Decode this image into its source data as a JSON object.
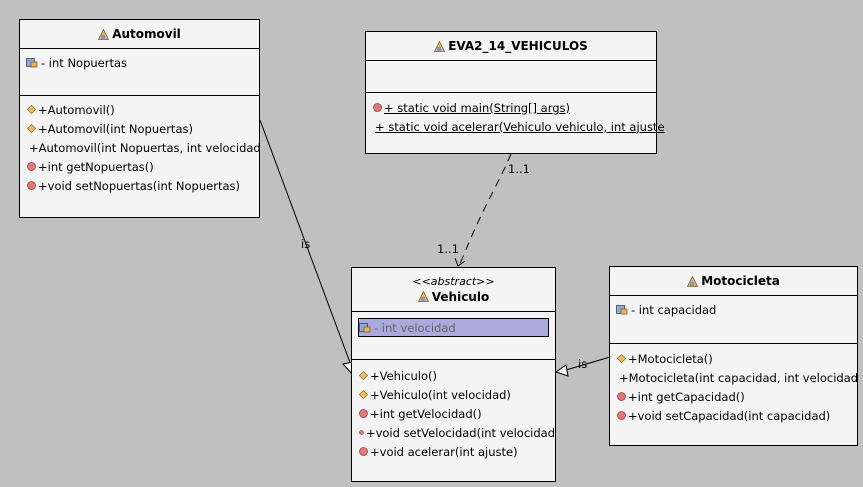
{
  "classes": {
    "automovil": {
      "name": "Automovil",
      "attributes": [
        "- int Nopuertas"
      ],
      "methods": [
        "+Automovil()",
        "+Automovil(int Nopuertas)",
        "+Automovil(int Nopuertas, int velocidad",
        "+int getNopuertas()",
        "+void setNopuertas(int Nopuertas)"
      ]
    },
    "main": {
      "name": "EVA2_14_VEHICULOS",
      "attributes": [],
      "methods": [
        "+ static void main(String[] args)",
        "+ static void acelerar(Vehiculo vehiculo, int ajuste"
      ]
    },
    "vehiculo": {
      "stereotype": "<<abstract>>",
      "name": "Vehiculo",
      "attributes": [
        "- int velocidad"
      ],
      "methods": [
        "+Vehiculo()",
        "+Vehiculo(int velocidad)",
        "+int getVelocidad()",
        "+void setVelocidad(int velocidad",
        "+void acelerar(int ajuste)"
      ]
    },
    "motocicleta": {
      "name": "Motocicleta",
      "attributes": [
        "- int capacidad"
      ],
      "methods": [
        "+Motocicleta()",
        "+Motocicleta(int capacidad, int velocidad",
        "+int getCapacidad()",
        "+void setCapacidad(int capacidad)"
      ]
    }
  },
  "edges": {
    "automovil_is": "is",
    "motocicleta_is": "is",
    "assoc_source_mult": "1..1",
    "assoc_target_mult": "1..1"
  },
  "colors": {
    "background": "#c0c0c0",
    "class_fill": "#f4f4f4",
    "selected_attribute": "#aaaadd",
    "public_method": "#e8c068",
    "private_method": "#e07a7a"
  }
}
